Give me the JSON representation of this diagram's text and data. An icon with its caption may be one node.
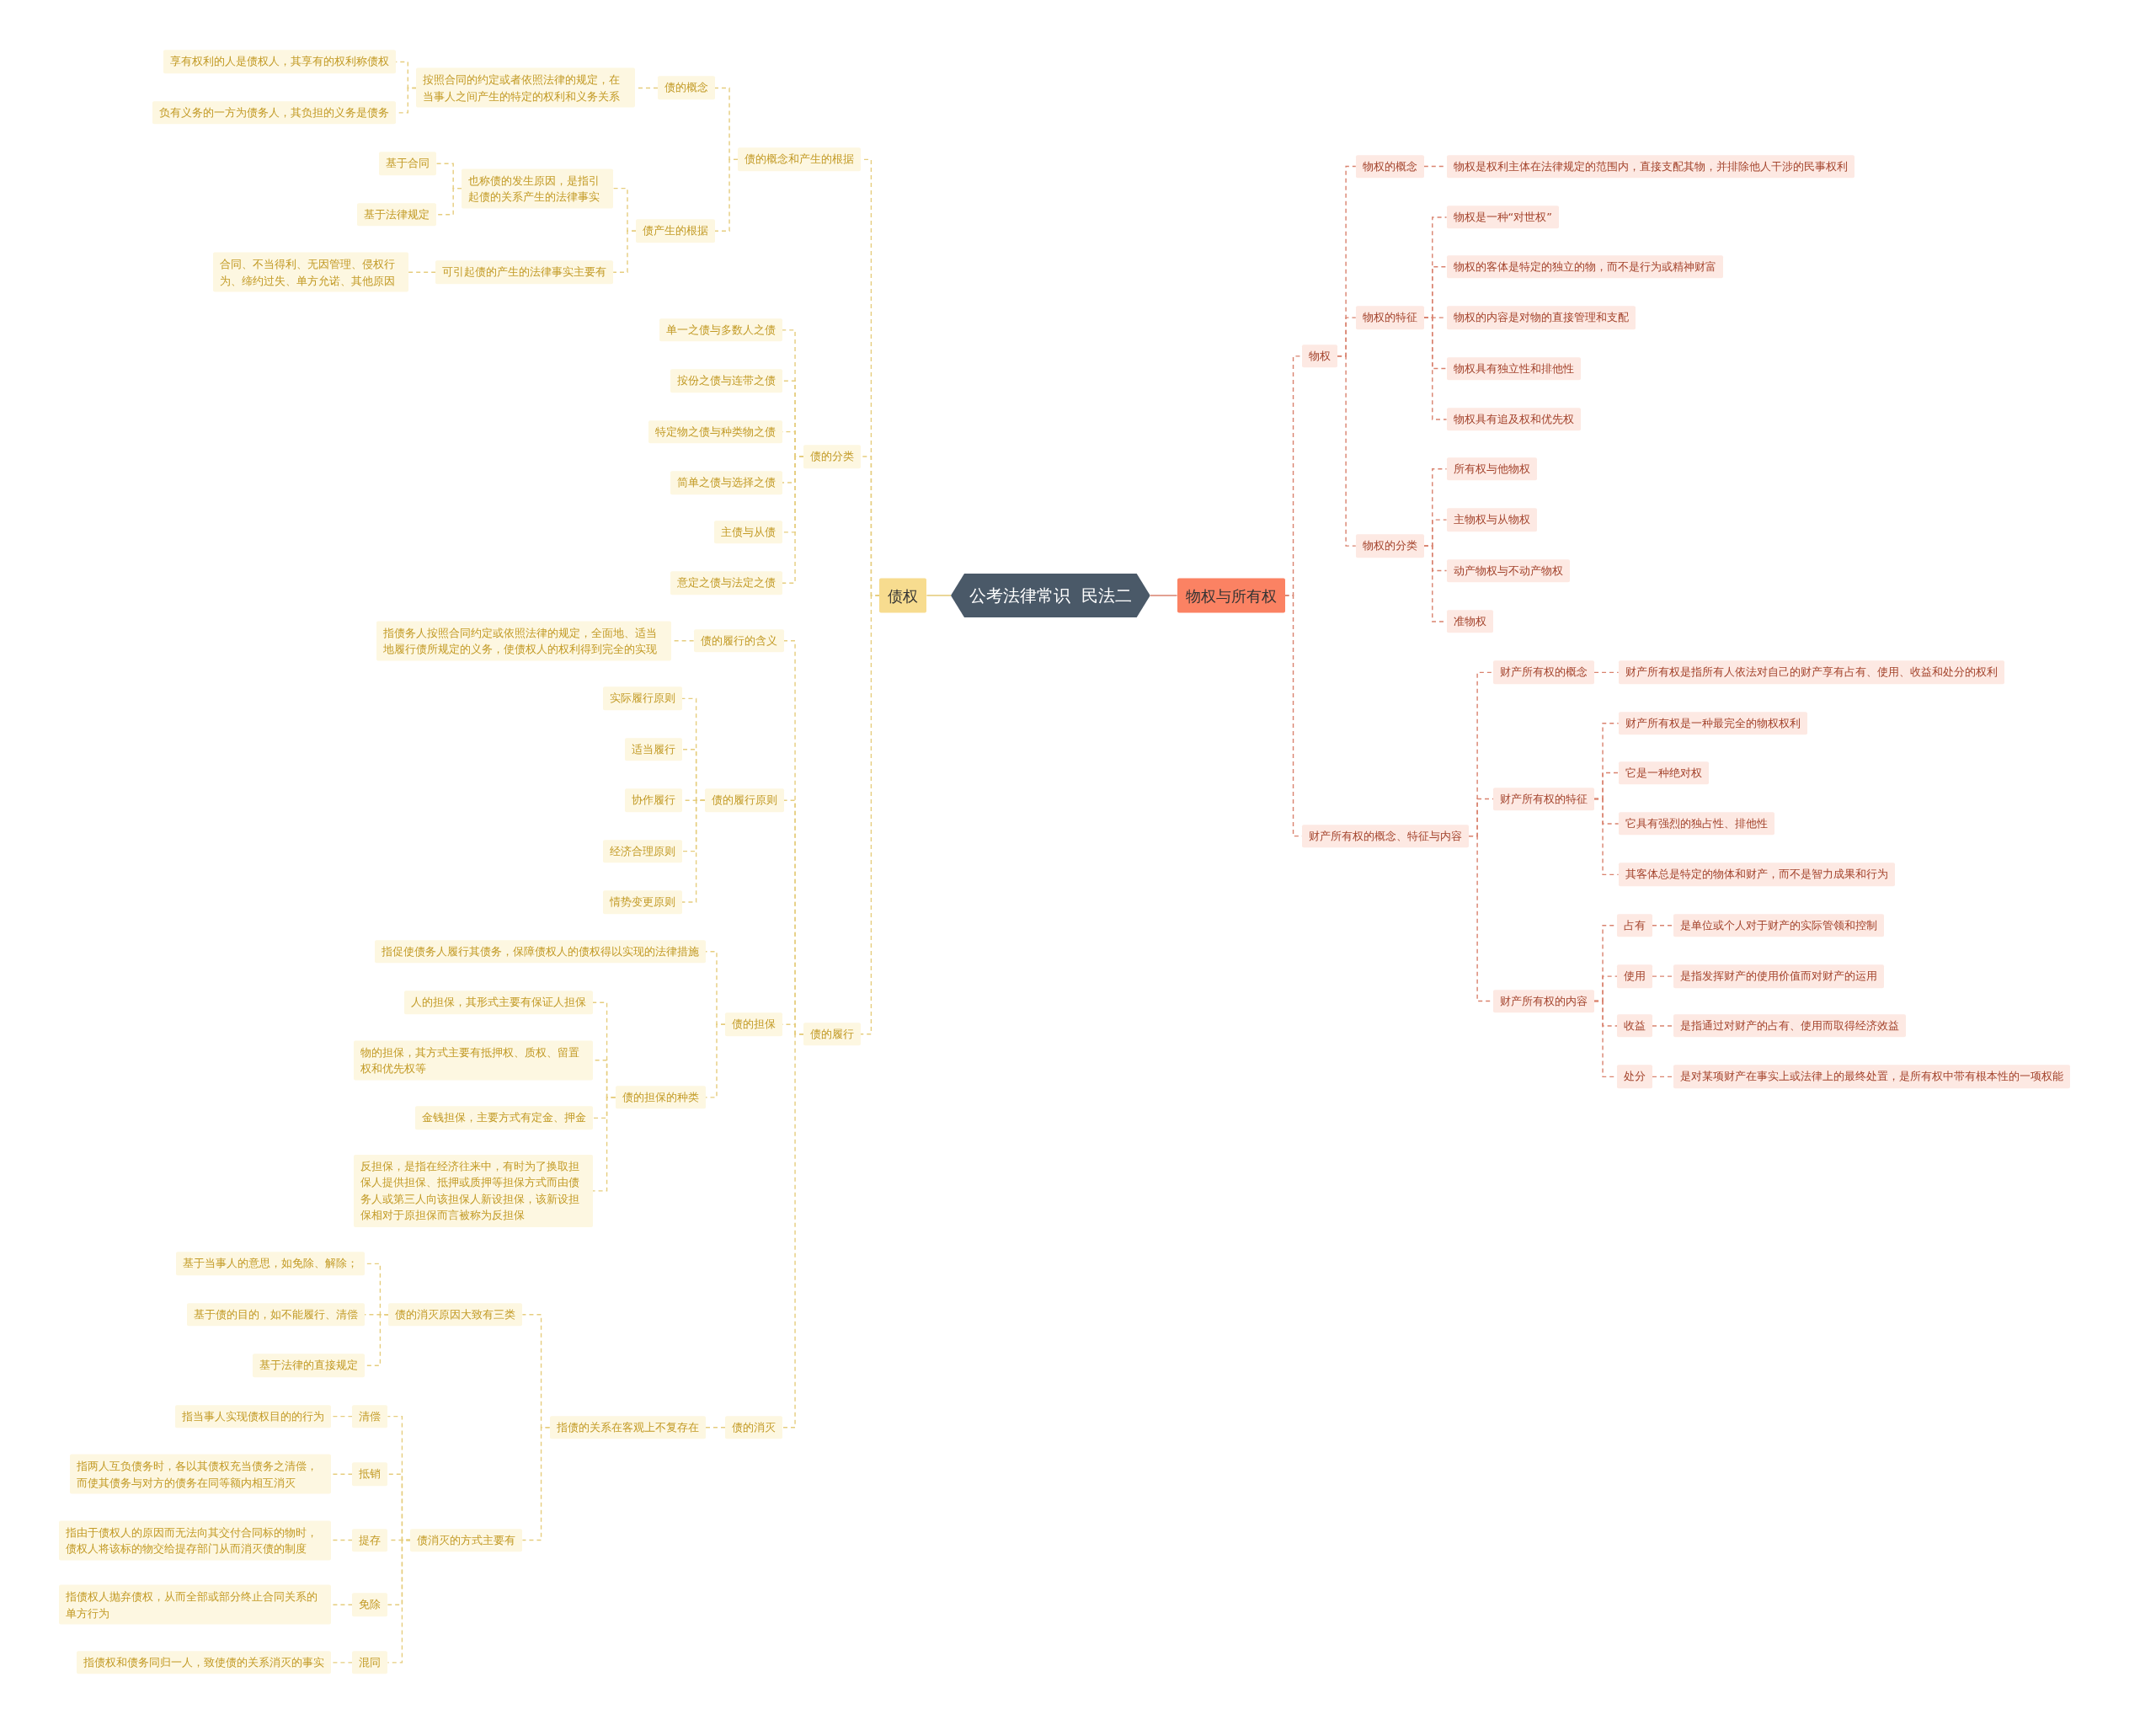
{
  "diagram": {
    "nodes": [
      {
        "text": [
          "公考法律常识  民法二"
        ]
      },
      {
        "text": [
          "债权"
        ]
      },
      {
        "text": [
          "物权与所有权"
        ]
      },
      {
        "text": [
          "债的概念和产生的根据"
        ]
      },
      {
        "text": [
          "债的概念"
        ]
      },
      {
        "text": [
          "按照合同的约定或者依照法律的规定，在当事人之间产生的特定的权利和义务关系"
        ]
      },
      {
        "text": [
          "享有权利的人是债权人，其享有的权利称债权"
        ]
      },
      {
        "text": [
          "负有义务的一方为债务人，其负担的义务是债务"
        ]
      },
      {
        "text": [
          "债产生的根据"
        ]
      },
      {
        "text": [
          "也称债的发生原因，是指引起债的关系产生的法律事实"
        ]
      },
      {
        "text": [
          "基于合同"
        ]
      },
      {
        "text": [
          "基于法律规定"
        ]
      },
      {
        "text": [
          "可引起债的产生的法律事实主要有"
        ]
      },
      {
        "text": [
          "合同、不当得利、无因管理、侵权行为、缔约过失、单方允诺、其他原因"
        ]
      },
      {
        "text": [
          "债的分类"
        ]
      },
      {
        "text": [
          "单一之债与多数人之债"
        ]
      },
      {
        "text": [
          "按份之债与连带之债"
        ]
      },
      {
        "text": [
          "特定物之债与种类物之债"
        ]
      },
      {
        "text": [
          "简单之债与选择之债"
        ]
      },
      {
        "text": [
          "主债与从债"
        ]
      },
      {
        "text": [
          "意定之债与法定之债"
        ]
      },
      {
        "text": [
          "债的履行"
        ]
      },
      {
        "text": [
          "债的履行的含义"
        ]
      },
      {
        "text": [
          "指债务人按照合同约定或依照法律的规定，全面地、适当地履行债所规定的义务，使债权人的权利得到完全的实现"
        ]
      },
      {
        "text": [
          "债的履行原则"
        ]
      },
      {
        "text": [
          "实际履行原则"
        ]
      },
      {
        "text": [
          "适当履行"
        ]
      },
      {
        "text": [
          "协作履行"
        ]
      },
      {
        "text": [
          "经济合理原则"
        ]
      },
      {
        "text": [
          "情势变更原则"
        ]
      },
      {
        "text": [
          "债的担保"
        ]
      },
      {
        "text": [
          "指促使债务人履行其债务，保障债权人的债权得以实现的法律措施"
        ]
      },
      {
        "text": [
          "债的担保的种类"
        ]
      },
      {
        "text": [
          "人的担保，其形式主要有保证人担保"
        ]
      },
      {
        "text": [
          "物的担保，其方式主要有抵押权、质权、留置权和优先权等"
        ]
      },
      {
        "text": [
          "金钱担保，主要方式有定金、押金"
        ]
      },
      {
        "text": [
          "反担保，是指在经济往来中，有时为了换取担保人提供担保、抵押或质押等担保方式而由债务人或第三人向该担保人新设担保，该新设担保相对于原担保而言被称为反担保"
        ]
      },
      {
        "text": [
          "债的消灭"
        ]
      },
      {
        "text": [
          "指债的关系在客观上不复存在"
        ]
      },
      {
        "text": [
          "债的消灭原因大致有三类"
        ]
      },
      {
        "text": [
          "基于当事人的意思，如免除、解除；"
        ]
      },
      {
        "text": [
          "基于债的目的，如不能履行、清偿"
        ]
      },
      {
        "text": [
          "基于法律的直接规定"
        ]
      },
      {
        "text": [
          "债消灭的方式主要有"
        ]
      },
      {
        "text": [
          "清偿"
        ]
      },
      {
        "text": [
          "指当事人实现债权目的的行为"
        ]
      },
      {
        "text": [
          "抵销"
        ]
      },
      {
        "text": [
          "指两人互负债务时，各以其债权充当债务之清偿，而使其债务与对方的债务在同等额内相互消灭"
        ]
      },
      {
        "text": [
          "提存"
        ]
      },
      {
        "text": [
          "指由于债权人的原因而无法向其交付合同标的物时，债权人将该标的物交给提存部门从而消灭债的制度"
        ]
      },
      {
        "text": [
          "免除"
        ]
      },
      {
        "text": [
          "指债权人抛弃债权，从而全部或部分终止合同关系的单方行为"
        ]
      },
      {
        "text": [
          "混同"
        ]
      },
      {
        "text": [
          "指债权和债务同归一人，致使债的关系消灭的事实"
        ]
      },
      {
        "text": [
          "物权"
        ]
      },
      {
        "text": [
          "物权的概念"
        ]
      },
      {
        "text": [
          "物权是权利主体在法律规定的范围内，直接支配其物，并排除他人干涉的民事权利"
        ]
      },
      {
        "text": [
          "物权的特征"
        ]
      },
      {
        "text": [
          "物权是一种“对世权”"
        ]
      },
      {
        "text": [
          "物权的客体是特定的独立的物，而不是行为或精神财富"
        ]
      },
      {
        "text": [
          "物权的内容是对物的直接管理和支配"
        ]
      },
      {
        "text": [
          "物权具有独立性和排他性"
        ]
      },
      {
        "text": [
          "物权具有追及权和优先权"
        ]
      },
      {
        "text": [
          "物权的分类"
        ]
      },
      {
        "text": [
          "所有权与他物权"
        ]
      },
      {
        "text": [
          "主物权与从物权"
        ]
      },
      {
        "text": [
          "动产物权与不动产物权"
        ]
      },
      {
        "text": [
          "准物权"
        ]
      },
      {
        "text": [
          "财产所有权的概念、特征与内容"
        ]
      },
      {
        "text": [
          "财产所有权的概念"
        ]
      },
      {
        "text": [
          "财产所有权是指所有人依法对自己的财产享有占有、使用、收益和处分的权利"
        ]
      },
      {
        "text": [
          "财产所有权的特征"
        ]
      },
      {
        "text": [
          "财产所有权是一种最完全的物权权利"
        ]
      },
      {
        "text": [
          "它是一种绝对权"
        ]
      },
      {
        "text": [
          "它具有强烈的独占性、排他性"
        ]
      },
      {
        "text": [
          "其客体总是特定的物体和财产，而不是智力成果和行为"
        ]
      },
      {
        "text": [
          "财产所有权的内容"
        ]
      },
      {
        "text": [
          "占有"
        ]
      },
      {
        "text": [
          "是单位或个人对于财产的实际管领和控制"
        ]
      },
      {
        "text": [
          "使用"
        ]
      },
      {
        "text": [
          "是指发挥财产的使用价值而对财产的运用"
        ]
      },
      {
        "text": [
          "收益"
        ]
      },
      {
        "text": [
          "是指通过对财产的占有、使用而取得经济效益"
        ]
      },
      {
        "text": [
          "处分"
        ]
      },
      {
        "text": [
          "是对某项财产在事实上或法律上的最终处置，是所有权中带有根本性的一项权能"
        ]
      }
    ],
    "edges": [
      {
        "from": 0,
        "to": 1,
        "arrow": "none"
      },
      {
        "from": 0,
        "to": 2,
        "arrow": "none",
        "color": "#d9826e"
      },
      {
        "from": 1,
        "to": 3,
        "arrow": "none",
        "style": "dashed"
      },
      {
        "from": 3,
        "to": 4,
        "arrow": "none",
        "style": "dashed"
      },
      {
        "from": 4,
        "to": 5,
        "arrow": "none",
        "style": "dashed"
      },
      {
        "from": 5,
        "to": 6,
        "arrow": "none",
        "style": "dashed"
      },
      {
        "from": 5,
        "to": 7,
        "arrow": "none",
        "style": "dashed"
      },
      {
        "from": 3,
        "to": 8,
        "arrow": "none",
        "style": "dashed"
      },
      {
        "from": 8,
        "to": 9,
        "arrow": "none",
        "style": "dashed"
      },
      {
        "from": 9,
        "to": 10,
        "arrow": "none",
        "style": "dashed"
      },
      {
        "from": 9,
        "to": 11,
        "arrow": "none",
        "style": "dashed"
      },
      {
        "from": 8,
        "to": 12,
        "arrow": "none",
        "style": "dashed"
      },
      {
        "from": 12,
        "to": 13,
        "arrow": "none",
        "style": "dashed"
      },
      {
        "from": 1,
        "to": 14,
        "arrow": "none",
        "style": "dashed"
      },
      {
        "from": 14,
        "to": 15,
        "arrow": "none",
        "style": "dashed"
      },
      {
        "from": 14,
        "to": 16,
        "arrow": "none",
        "style": "dashed"
      },
      {
        "from": 14,
        "to": 17,
        "arrow": "none",
        "style": "dashed"
      },
      {
        "from": 14,
        "to": 18,
        "arrow": "none",
        "style": "dashed"
      },
      {
        "from": 14,
        "to": 19,
        "arrow": "none",
        "style": "dashed"
      },
      {
        "from": 14,
        "to": 20,
        "arrow": "none",
        "style": "dashed"
      },
      {
        "from": 1,
        "to": 21,
        "arrow": "none",
        "style": "dashed"
      },
      {
        "from": 21,
        "to": 22,
        "arrow": "none",
        "style": "dashed"
      },
      {
        "from": 22,
        "to": 23,
        "arrow": "none",
        "style": "dashed"
      },
      {
        "from": 21,
        "to": 24,
        "arrow": "none",
        "style": "dashed"
      },
      {
        "from": 24,
        "to": 25,
        "arrow": "none",
        "style": "dashed"
      },
      {
        "from": 24,
        "to": 26,
        "arrow": "none",
        "style": "dashed"
      },
      {
        "from": 24,
        "to": 27,
        "arrow": "none",
        "style": "dashed"
      },
      {
        "from": 24,
        "to": 28,
        "arrow": "none",
        "style": "dashed"
      },
      {
        "from": 24,
        "to": 29,
        "arrow": "none",
        "style": "dashed"
      },
      {
        "from": 21,
        "to": 30,
        "arrow": "none",
        "style": "dashed"
      },
      {
        "from": 30,
        "to": 31,
        "arrow": "none",
        "style": "dashed"
      },
      {
        "from": 30,
        "to": 32,
        "arrow": "none",
        "style": "dashed"
      },
      {
        "from": 32,
        "to": 33,
        "arrow": "none",
        "style": "dashed"
      },
      {
        "from": 32,
        "to": 34,
        "arrow": "none",
        "style": "dashed"
      },
      {
        "from": 32,
        "to": 35,
        "arrow": "none",
        "style": "dashed"
      },
      {
        "from": 32,
        "to": 36,
        "arrow": "none",
        "style": "dashed"
      },
      {
        "from": 21,
        "to": 37,
        "arrow": "none",
        "style": "dashed"
      },
      {
        "from": 37,
        "to": 38,
        "arrow": "none",
        "style": "dashed"
      },
      {
        "from": 38,
        "to": 39,
        "arrow": "none",
        "style": "dashed"
      },
      {
        "from": 39,
        "to": 40,
        "arrow": "none",
        "style": "dashed"
      },
      {
        "from": 39,
        "to": 41,
        "arrow": "none",
        "style": "dashed"
      },
      {
        "from": 39,
        "to": 42,
        "arrow": "none",
        "style": "dashed"
      },
      {
        "from": 38,
        "to": 43,
        "arrow": "none",
        "style": "dashed"
      },
      {
        "from": 43,
        "to": 44,
        "arrow": "none",
        "style": "dashed"
      },
      {
        "from": 44,
        "to": 45,
        "arrow": "none",
        "style": "dashed"
      },
      {
        "from": 43,
        "to": 46,
        "arrow": "none",
        "style": "dashed"
      },
      {
        "from": 46,
        "to": 47,
        "arrow": "none",
        "style": "dashed"
      },
      {
        "from": 43,
        "to": 48,
        "arrow": "none",
        "style": "dashed"
      },
      {
        "from": 48,
        "to": 49,
        "arrow": "none",
        "style": "dashed"
      },
      {
        "from": 43,
        "to": 50,
        "arrow": "none",
        "style": "dashed"
      },
      {
        "from": 50,
        "to": 51,
        "arrow": "none",
        "style": "dashed"
      },
      {
        "from": 43,
        "to": 52,
        "arrow": "none",
        "style": "dashed"
      },
      {
        "from": 52,
        "to": 53,
        "arrow": "none",
        "style": "dashed"
      },
      {
        "from": 2,
        "to": 54,
        "arrow": "none",
        "style": "dashed",
        "color": "#d9826e"
      },
      {
        "from": 54,
        "to": 55,
        "arrow": "none",
        "style": "dashed",
        "color": "#d9826e"
      },
      {
        "from": 55,
        "to": 56,
        "arrow": "none",
        "style": "dashed",
        "color": "#d9826e"
      },
      {
        "from": 54,
        "to": 57,
        "arrow": "none",
        "style": "dashed",
        "color": "#d9826e"
      },
      {
        "from": 57,
        "to": 58,
        "arrow": "none",
        "style": "dashed",
        "color": "#d9826e"
      },
      {
        "from": 57,
        "to": 59,
        "arrow": "none",
        "style": "dashed",
        "color": "#d9826e"
      },
      {
        "from": 57,
        "to": 60,
        "arrow": "none",
        "style": "dashed",
        "color": "#d9826e"
      },
      {
        "from": 57,
        "to": 61,
        "arrow": "none",
        "style": "dashed",
        "color": "#d9826e"
      },
      {
        "from": 57,
        "to": 62,
        "arrow": "none",
        "style": "dashed",
        "color": "#d9826e"
      },
      {
        "from": 54,
        "to": 63,
        "arrow": "none",
        "style": "dashed",
        "color": "#d9826e"
      },
      {
        "from": 63,
        "to": 64,
        "arrow": "none",
        "style": "dashed",
        "color": "#d9826e"
      },
      {
        "from": 63,
        "to": 65,
        "arrow": "none",
        "style": "dashed",
        "color": "#d9826e"
      },
      {
        "from": 63,
        "to": 66,
        "arrow": "none",
        "style": "dashed",
        "color": "#d9826e"
      },
      {
        "from": 63,
        "to": 67,
        "arrow": "none",
        "style": "dashed",
        "color": "#d9826e"
      },
      {
        "from": 2,
        "to": 68,
        "arrow": "none",
        "style": "dashed",
        "color": "#d9826e"
      },
      {
        "from": 68,
        "to": 69,
        "arrow": "none",
        "style": "dashed",
        "color": "#d9826e"
      },
      {
        "from": 69,
        "to": 70,
        "arrow": "none",
        "style": "dashed",
        "color": "#d9826e"
      },
      {
        "from": 68,
        "to": 71,
        "arrow": "none",
        "style": "dashed",
        "color": "#d9826e"
      },
      {
        "from": 71,
        "to": 72,
        "arrow": "none",
        "style": "dashed",
        "color": "#d9826e"
      },
      {
        "from": 71,
        "to": 73,
        "arrow": "none",
        "style": "dashed",
        "color": "#d9826e"
      },
      {
        "from": 71,
        "to": 74,
        "arrow": "none",
        "style": "dashed",
        "color": "#d9826e"
      },
      {
        "from": 71,
        "to": 75,
        "arrow": "none",
        "style": "dashed",
        "color": "#d9826e"
      },
      {
        "from": 68,
        "to": 76,
        "arrow": "none",
        "style": "dashed",
        "color": "#d9826e"
      },
      {
        "from": 76,
        "to": 77,
        "arrow": "none",
        "style": "dashed",
        "color": "#d9826e"
      },
      {
        "from": 77,
        "to": 78,
        "arrow": "none",
        "style": "dashed",
        "color": "#d9826e"
      },
      {
        "from": 76,
        "to": 79,
        "arrow": "none",
        "style": "dashed",
        "color": "#d9826e"
      },
      {
        "from": 79,
        "to": 80,
        "arrow": "none",
        "style": "dashed",
        "color": "#d9826e"
      },
      {
        "from": 76,
        "to": 81,
        "arrow": "none",
        "style": "dashed",
        "color": "#d9826e"
      },
      {
        "from": 81,
        "to": 82,
        "arrow": "none",
        "style": "dashed",
        "color": "#d9826e"
      },
      {
        "from": 76,
        "to": 83,
        "arrow": "none",
        "style": "dashed",
        "color": "#d9826e"
      },
      {
        "from": 83,
        "to": 84,
        "arrow": "none",
        "style": "dashed",
        "color": "#d9826e"
      }
    ]
  }
}
